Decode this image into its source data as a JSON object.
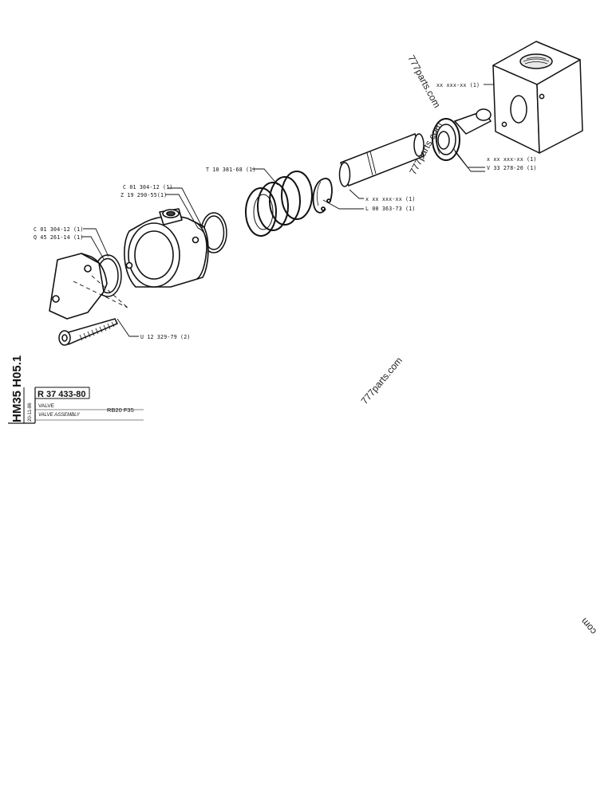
{
  "callouts": {
    "body_plug": "xx xxx-xx (1)",
    "seal_x": "x xx xxx-xx (1)",
    "seat_v": "V 33 278-20 (1)",
    "spring_t": "T 10 381-68 (1)",
    "piston_x": "x xx xxx-xx (1)",
    "circlip_l": "L 00 363-73 (1)",
    "oring_c_upper": "C 01 304-12 (1)",
    "housing_z": "Z 19 290-55(1)",
    "oring_c_left": "C 01 304-12 (1)",
    "cover_q": "Q 45 261-14 (1)",
    "screw_u": "U 12 329-79 (2)"
  },
  "watermarks": [
    "777parts.com",
    "777parts.com",
    "777parts.com",
    "com"
  ],
  "title_block": {
    "model_line": "HM35 H05.1",
    "date": "20-11-86",
    "ref_number": "R 37 433-80",
    "title": "VALVE",
    "subtitle": "VALVE ASSEMBLY",
    "code": "RB20 F35"
  }
}
